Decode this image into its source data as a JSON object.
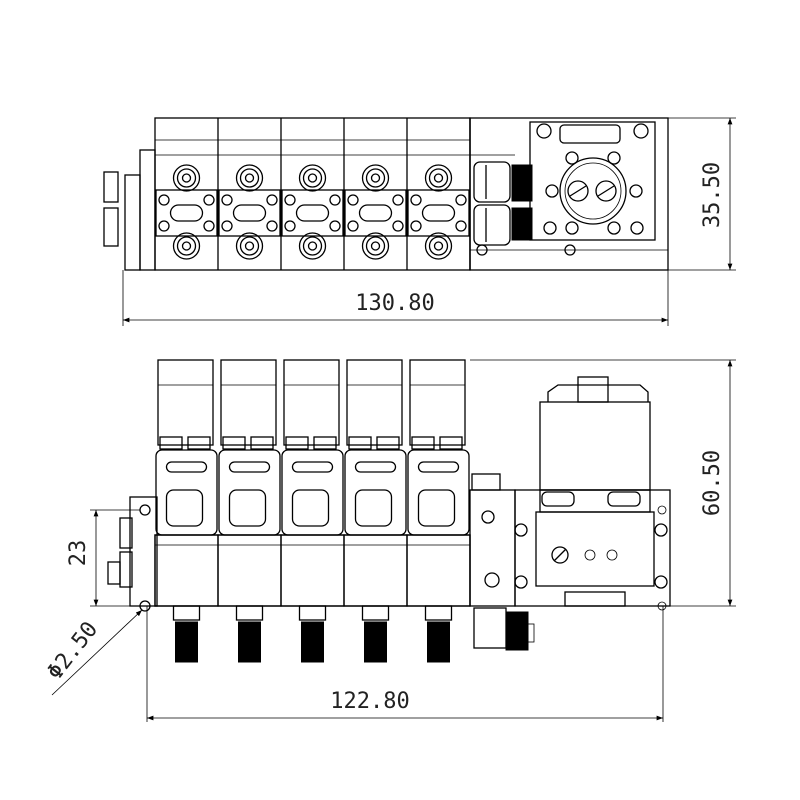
{
  "drawing": {
    "valve_count": 5,
    "line_color": "#000000",
    "top_view": {
      "width_dim": "130.80",
      "height_dim": "35.50"
    },
    "front_view": {
      "height_dim": "60.50",
      "hole_spacing_dim": "23",
      "mount_width_dim": "122.80",
      "hole_diameter_dim": "Φ2.50"
    }
  }
}
